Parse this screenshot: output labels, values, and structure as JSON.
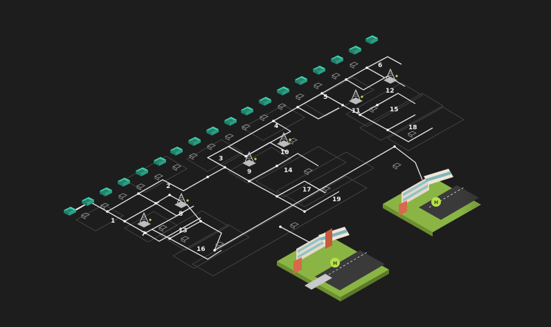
{
  "labels": [
    "1",
    "2",
    "3",
    "4",
    "5",
    "6",
    "7",
    "8",
    "9",
    "10",
    "11",
    "12",
    "13",
    "14",
    "15",
    "16",
    "17",
    "18",
    "19"
  ],
  "colors": {
    "background": "#1d1d1d",
    "line": "#e8e8e8",
    "panel_outline": "#4a4a4a",
    "device_teal": "#2fae90",
    "grass": "#a8c957",
    "road": "#3a3a3a",
    "building": "#e7d9c9",
    "glass": "#8fc3c6"
  },
  "icons": [
    "server-icon",
    "antenna-tower-icon",
    "building-icon"
  ]
}
